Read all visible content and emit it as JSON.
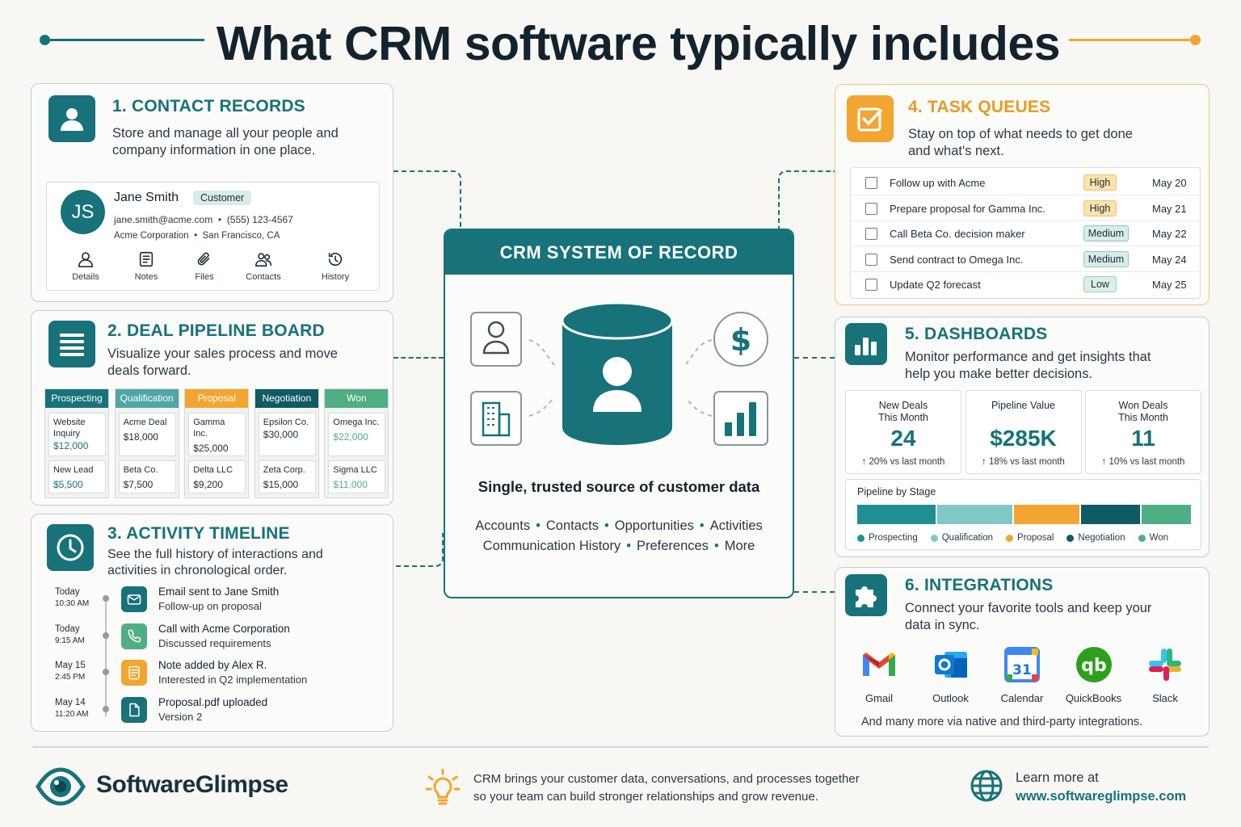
{
  "title": "What CRM software typically includes",
  "colors": {
    "teal": "#17727a",
    "orange": "#f2a531",
    "darkteal": "#0f5a63",
    "lightteal": "#7fc8c6",
    "green": "#4fae83"
  },
  "contact": {
    "title": "1. CONTACT RECORDS",
    "desc": "Store and manage all your people and company information in one place.",
    "initials": "JS",
    "name": "Jane Smith",
    "badge": "Customer",
    "email": "jane.smith@acme.com",
    "phone": "(555) 123-4567",
    "company": "Acme Corporation",
    "city": "San Francisco, CA",
    "actions": [
      {
        "label": "Details",
        "icon": "person-icon"
      },
      {
        "label": "Notes",
        "icon": "notes-icon"
      },
      {
        "label": "Files",
        "icon": "paperclip-icon"
      },
      {
        "label": "Contacts",
        "icon": "people-icon"
      },
      {
        "label": "History",
        "icon": "history-icon"
      }
    ]
  },
  "pipeline": {
    "title": "2. DEAL PIPELINE BOARD",
    "desc": "Visualize your sales process and move deals forward.",
    "columns": [
      {
        "name": "Prospecting",
        "color": "#17727a",
        "deals": [
          {
            "name": "Website Inquiry",
            "value": "$12,000"
          },
          {
            "name": "New Lead",
            "value": "$5,500"
          }
        ]
      },
      {
        "name": "Qualification",
        "color": "#4fa7a4",
        "deals": [
          {
            "name": "Acme Deal",
            "value": "$18,000"
          },
          {
            "name": "Beta Co.",
            "value": "$7,500"
          }
        ]
      },
      {
        "name": "Proposal",
        "color": "#f2a531",
        "deals": [
          {
            "name": "Gamma Inc.",
            "value": "$25,000"
          },
          {
            "name": "Delta LLC",
            "value": "$9,200"
          }
        ]
      },
      {
        "name": "Negotiation",
        "color": "#0f5a63",
        "deals": [
          {
            "name": "Epsilon Co.",
            "value": "$30,000"
          },
          {
            "name": "Zeta Corp.",
            "value": "$15,000"
          }
        ]
      },
      {
        "name": "Won",
        "color": "#4fae83",
        "deals": [
          {
            "name": "Omega Inc.",
            "value": "$22,000"
          },
          {
            "name": "Sigma LLC",
            "value": "$11,000"
          }
        ]
      }
    ]
  },
  "timeline": {
    "title": "3. ACTIVITY TIMELINE",
    "desc": "See the full history of interactions and activities in chronological order.",
    "items": [
      {
        "day": "Today",
        "time": "10:30 AM",
        "title": "Email sent to Jane Smith",
        "sub": "Follow-up on proposal",
        "icon": "email-icon",
        "color": "#17727a"
      },
      {
        "day": "Today",
        "time": "9:15 AM",
        "title": "Call with Acme Corporation",
        "sub": "Discussed requirements",
        "icon": "phone-icon",
        "color": "#4fae83"
      },
      {
        "day": "May 15",
        "time": "2:45 PM",
        "title": "Note added by Alex R.",
        "sub": "Interested in Q2 implementation",
        "icon": "note-icon",
        "color": "#f2a531"
      },
      {
        "day": "May 14",
        "time": "11:20 AM",
        "title": "Proposal.pdf uploaded",
        "sub": "Version 2",
        "icon": "document-icon",
        "color": "#17727a"
      }
    ]
  },
  "center": {
    "header": "CRM SYSTEM OF RECORD",
    "tagline": "Single, trusted source of customer data",
    "line1": [
      "Accounts",
      "Contacts",
      "Opportunities",
      "Activities"
    ],
    "line2": [
      "Communication History",
      "Preferences",
      "More"
    ]
  },
  "tasks": {
    "title": "4. TASK QUEUES",
    "desc": "Stay on top of what needs to get done and what's next.",
    "items": [
      {
        "task": "Follow up with Acme",
        "priority": "High",
        "date": "May 20"
      },
      {
        "task": "Prepare proposal for Gamma Inc.",
        "priority": "High",
        "date": "May 21"
      },
      {
        "task": "Call Beta Co. decision maker",
        "priority": "Medium",
        "date": "May 22"
      },
      {
        "task": "Send contract to Omega Inc.",
        "priority": "Medium",
        "date": "May 24"
      },
      {
        "task": "Update Q2 forecast",
        "priority": "Low",
        "date": "May 25"
      }
    ]
  },
  "dashboards": {
    "title": "5. DASHBOARDS",
    "desc": "Monitor performance and get insights that help you make better decisions.",
    "kpis": [
      {
        "label1": "New Deals",
        "label2": "This Month",
        "value": "24",
        "delta": "20% vs last month"
      },
      {
        "label1": "Pipeline Value",
        "label2": "",
        "value": "$285K",
        "delta": "18% vs last month"
      },
      {
        "label1": "Won Deals",
        "label2": "This Month",
        "value": "11",
        "delta": "10% vs last month"
      }
    ],
    "stage_title": "Pipeline by Stage",
    "stages": [
      {
        "name": "Prospecting",
        "share": 0.24,
        "color": "#1f8f91"
      },
      {
        "name": "Qualification",
        "share": 0.23,
        "color": "#7fc8c6"
      },
      {
        "name": "Proposal",
        "share": 0.2,
        "color": "#f2a531"
      },
      {
        "name": "Negotiation",
        "share": 0.18,
        "color": "#0f5a63"
      },
      {
        "name": "Won",
        "share": 0.15,
        "color": "#4fae83"
      }
    ]
  },
  "integrations": {
    "title": "6. INTEGRATIONS",
    "desc": "Connect your favorite tools and keep your data in sync.",
    "apps": [
      {
        "name": "Gmail",
        "icon": "gmail-icon"
      },
      {
        "name": "Outlook",
        "icon": "outlook-icon"
      },
      {
        "name": "Calendar",
        "icon": "calendar-icon",
        "glyph": "31"
      },
      {
        "name": "QuickBooks",
        "icon": "quickbooks-icon",
        "glyph": "qb"
      },
      {
        "name": "Slack",
        "icon": "slack-icon"
      }
    ],
    "footer": "And many more via native and third-party integrations."
  },
  "footer": {
    "brand": "SoftwareGlimpse",
    "message1": "CRM brings your customer data, conversations, and processes together",
    "message2": "so your team can build stronger relationships and grow revenue.",
    "learn": "Learn more at",
    "url": "www.softwareglimpse.com"
  }
}
